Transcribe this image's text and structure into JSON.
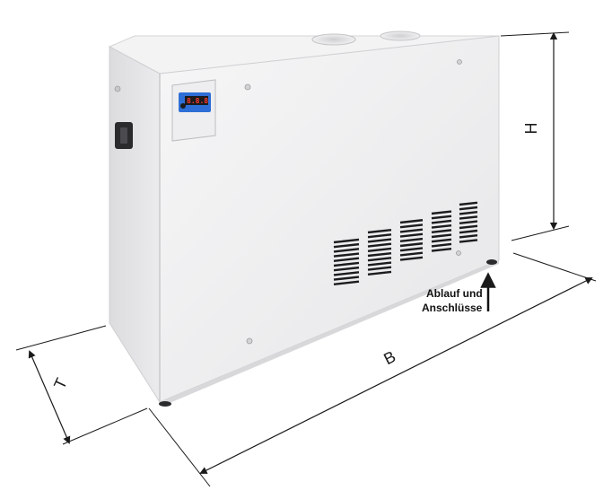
{
  "dimensions": {
    "height_label": "H",
    "width_label": "B",
    "depth_label": "T"
  },
  "annotation": {
    "line1": "Ablauf und",
    "line2": "Anschlüsse"
  },
  "controller": {
    "display_value": "8.8.8"
  },
  "colors": {
    "cabinet_front": "#efeff0",
    "cabinet_side": "#e2e2e4",
    "cabinet_top": "#f4f4f5",
    "line": "#1a1a1a",
    "display_bg": "#2d6fd6"
  }
}
